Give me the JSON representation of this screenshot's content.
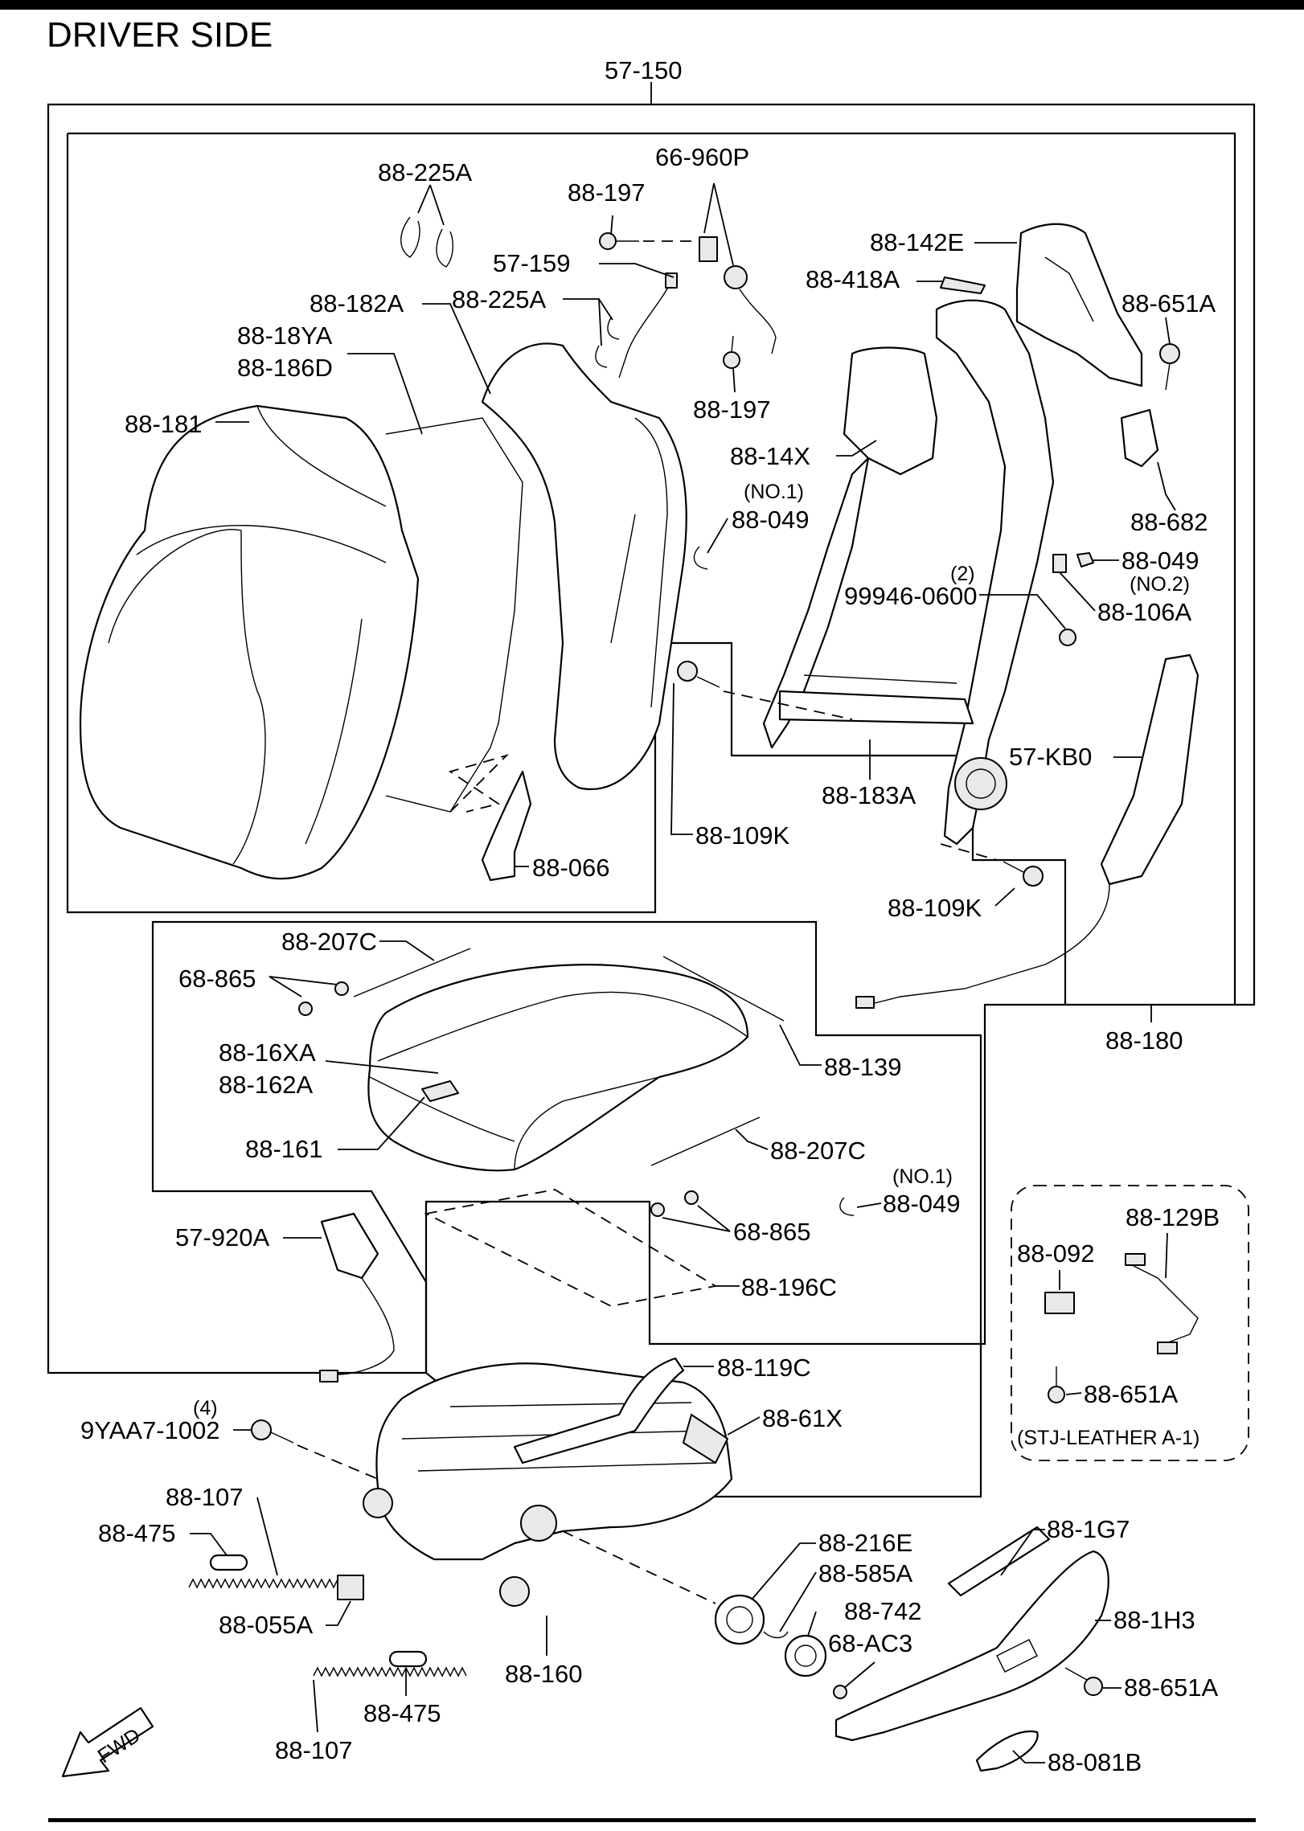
{
  "title": "DRIVER SIDE",
  "labels": {
    "p57_150": "57-150",
    "p88_225A_top": "88-225A",
    "p66_960P": "66-960P",
    "p88_197_top": "88-197",
    "p88_142E": "88-142E",
    "p57_159": "57-159",
    "p88_418A": "88-418A",
    "p88_182A": "88-182A",
    "p88_225A_mid": "88-225A",
    "p88_651A_top": "88-651A",
    "p88_18YA": "88-18YA",
    "p88_186D": "88-186D",
    "p88_197_low": "88-197",
    "p88_181": "88-181",
    "p88_14X": "88-14X",
    "no1_a": "(NO.1)",
    "p88_049_a": "88-049",
    "p88_682": "88-682",
    "p88_049_b": "88-049",
    "no2": "(NO.2)",
    "qty2": "(2)",
    "p99946_0600": "99946-0600",
    "p88_106A": "88-106A",
    "p57_KB0": "57-KB0",
    "p88_183A": "88-183A",
    "p88_109K_a": "88-109K",
    "p88_066": "88-066",
    "p88_109K_b": "88-109K",
    "p88_207C_a": "88-207C",
    "p68_865_a": "68-865",
    "p88_180": "88-180",
    "p88_16XA": "88-16XA",
    "p88_139": "88-139",
    "p88_162A": "88-162A",
    "p88_161": "88-161",
    "p88_207C_b": "88-207C",
    "no1_b": "(NO.1)",
    "p88_049_c": "88-049",
    "p68_865_b": "68-865",
    "p57_920A": "57-920A",
    "p88_129B": "88-129B",
    "p88_092": "88-092",
    "p88_196C": "88-196C",
    "p88_651A_box": "88-651A",
    "stj": "(STJ-LEATHER A-1)",
    "p88_119C": "88-119C",
    "qty4": "(4)",
    "p9YAA7_1002": "9YAA7-1002",
    "p88_61X": "88-61X",
    "p88_107_a": "88-107",
    "p88_475_a": "88-475",
    "p88_216E": "88-216E",
    "p88_1G7": "88-1G7",
    "p88_585A": "88-585A",
    "p88_055A": "88-055A",
    "p88_742": "88-742",
    "p88_1H3": "88-1H3",
    "p68_AC3": "68-AC3",
    "p88_160": "88-160",
    "p88_475_b": "88-475",
    "p88_651A_low": "88-651A",
    "p88_107_b": "88-107",
    "p88_081B": "88-081B",
    "fwd": "FWD"
  }
}
